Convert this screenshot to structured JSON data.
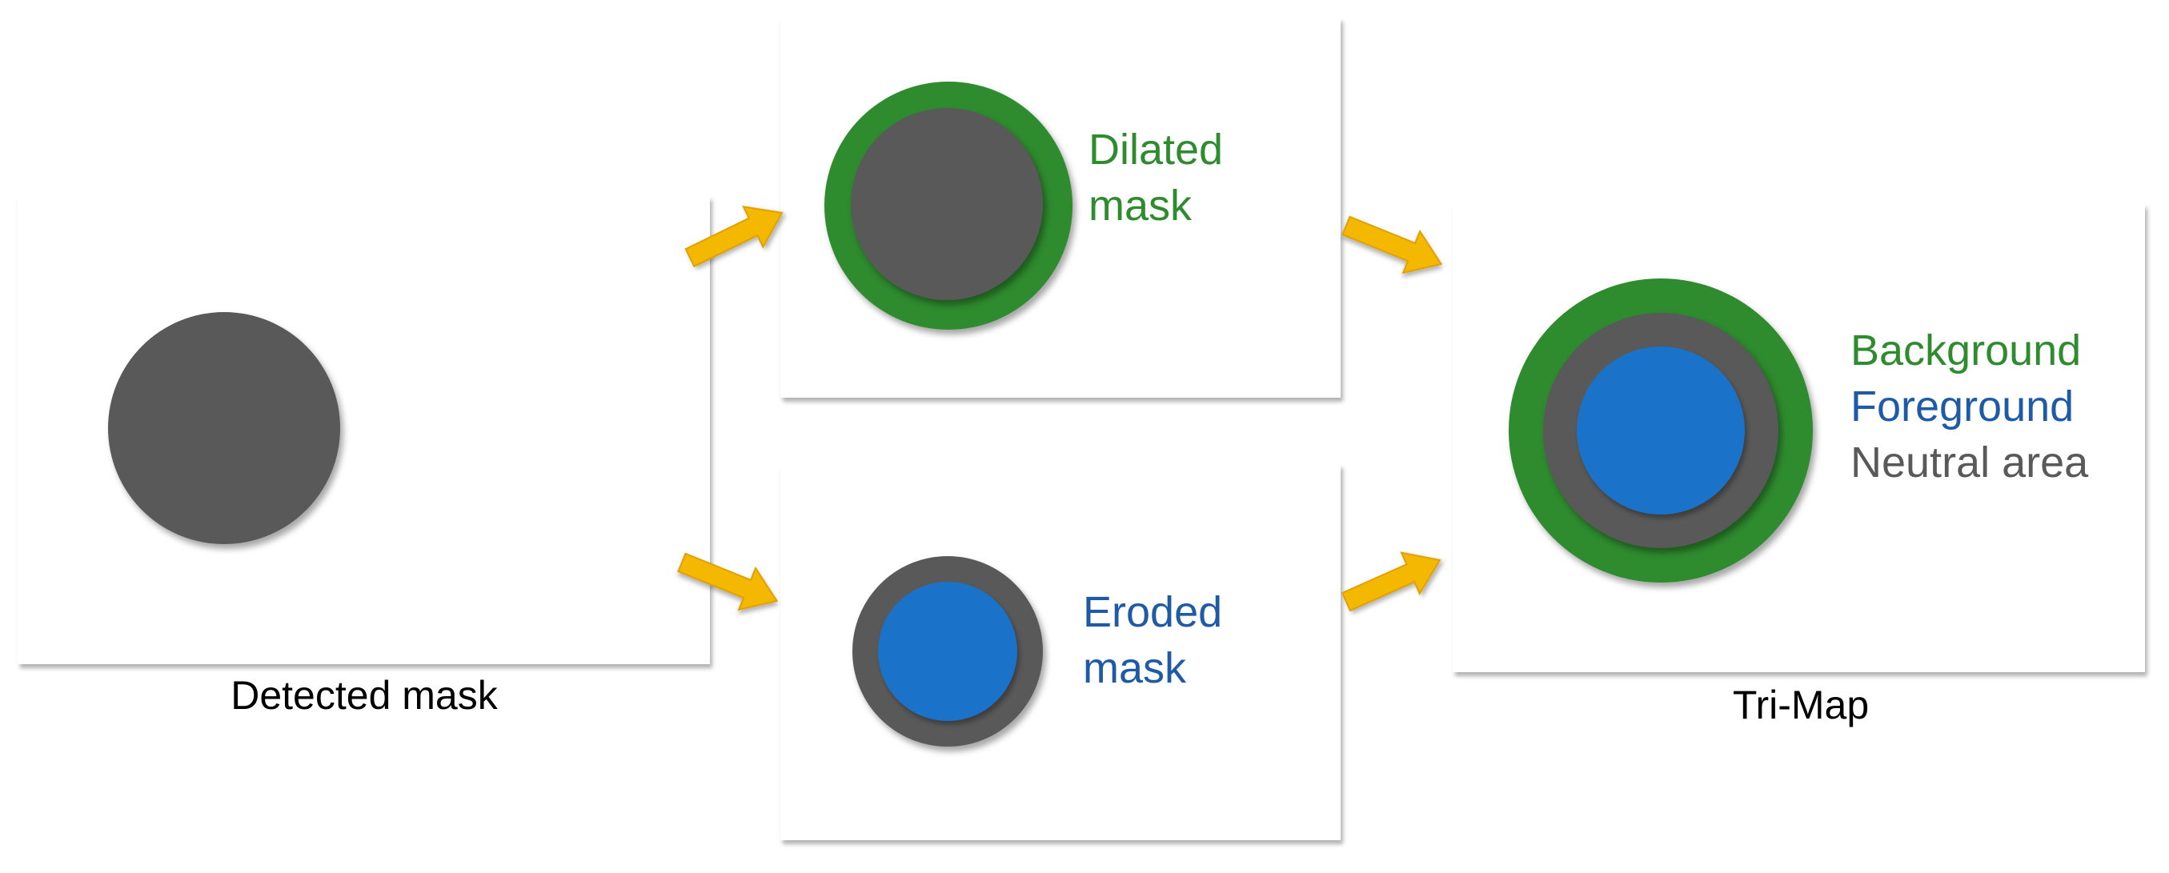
{
  "colors": {
    "green": "#2e8b2e",
    "blue": "#1a73c8",
    "gray": "#595959",
    "arrow": "#f5b800",
    "arrow_stroke": "#e0a000",
    "label_green": "#2e8b2e",
    "label_blue": "#1f5aa6",
    "label_gray": "#595959"
  },
  "detected": {
    "caption": "Detected mask"
  },
  "dilated": {
    "line1": "Dilated",
    "line2": "mask"
  },
  "eroded": {
    "line1": "Eroded",
    "line2": "mask"
  },
  "trimap": {
    "caption": "Tri-Map",
    "legend_background": "Background",
    "legend_foreground": "Foreground",
    "legend_neutral": "Neutral area"
  },
  "icons": {
    "arrow": "arrow-right-icon"
  }
}
